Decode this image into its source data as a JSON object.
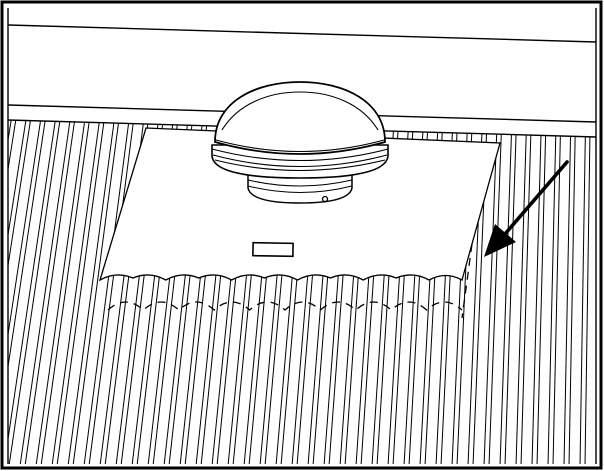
{
  "diagram": {
    "type": "line-illustration",
    "subject": "rooftop-dome-antenna",
    "components": [
      "outer-frame",
      "roof-edge",
      "corrugated-roof-panel",
      "mounting-sheet",
      "mounting-sheet-hidden-edge",
      "dome-antenna",
      "antenna-base",
      "label-plate",
      "direction-arrow"
    ],
    "colors": {
      "line": "#000000",
      "background": "#ffffff"
    },
    "icons": {
      "arrow": "arrow-down-left-icon"
    }
  }
}
